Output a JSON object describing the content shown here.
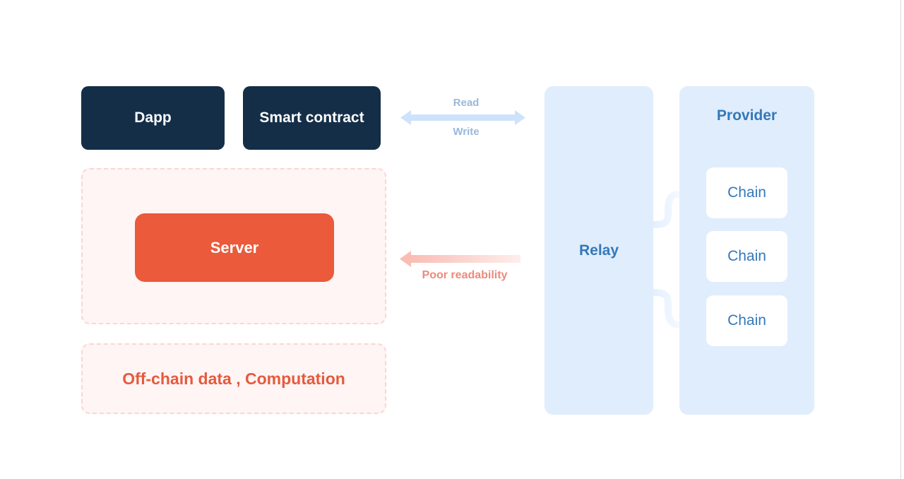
{
  "top_row": {
    "dapp_label": "Dapp",
    "smart_contract_label": "Smart contract"
  },
  "server_zone": {
    "server_label": "Server"
  },
  "offchain_zone": {
    "label": "Off-chain data , Computation"
  },
  "read_write_arrow": {
    "read_label": "Read",
    "write_label": "Write",
    "color": "#cfe2fb"
  },
  "poor_arrow": {
    "label": "Poor readability",
    "color": "#f9c7c0"
  },
  "relay": {
    "label": "Relay"
  },
  "provider": {
    "title": "Provider",
    "chains": [
      {
        "label": "Chain"
      },
      {
        "label": "Chain"
      },
      {
        "label": "Chain"
      }
    ]
  },
  "colors": {
    "dark_navy": "#142e48",
    "server_orange": "#ea5a3b",
    "relay_blue_bg": "#e0edfc",
    "text_blue": "#3478b9",
    "pink_zone_bg": "#fff5f4"
  }
}
